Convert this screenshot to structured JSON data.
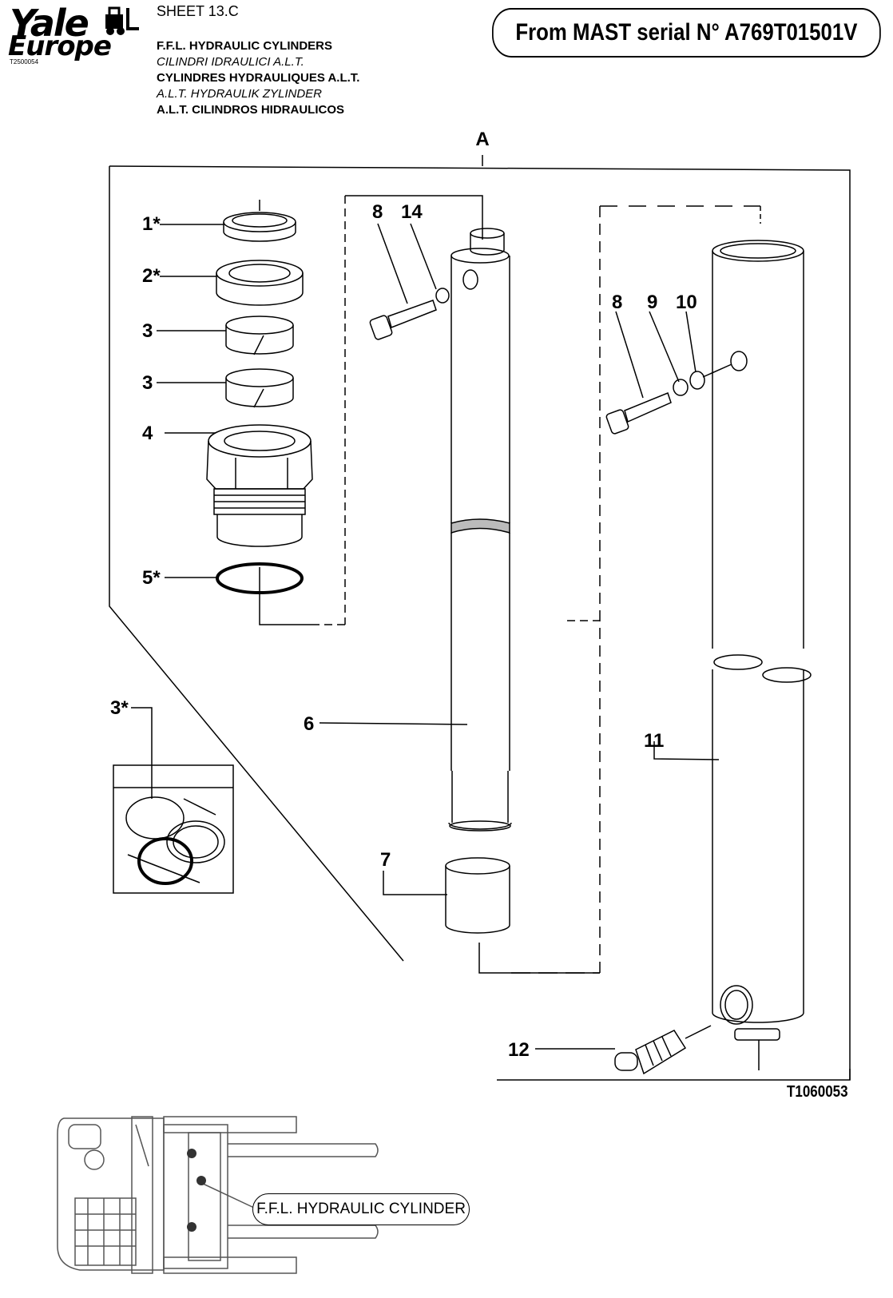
{
  "header": {
    "brand_line1": "Yale",
    "brand_line2": "Europe",
    "brand_code": "T2500054",
    "sheet": "SHEET  13.C",
    "titles": [
      "F.F.L. HYDRAULIC CYLINDERS",
      "CILINDRI IDRAULICI A.L.T.",
      "CYLINDRES HYDRAULIQUES A.L.T.",
      "A.L.T. HYDRAULIK ZYLINDER",
      "A.L.T. CILINDROS HIDRAULICOS"
    ],
    "serial_note": "From MAST serial N° A769T01501V"
  },
  "diagram": {
    "section_label": "A",
    "drawing_number": "T1060053",
    "part_labels": {
      "p1": "1*",
      "p2": "2*",
      "p3a": "3",
      "p3b": "3",
      "p4": "4",
      "p5": "5*",
      "p3star": "3*",
      "p6": "6",
      "p7": "7",
      "p8a": "8",
      "p14": "14",
      "p8b": "8",
      "p9": "9",
      "p10": "10",
      "p11": "11",
      "p12": "12"
    },
    "location_callout": "F.F.L. HYDRAULIC CYLINDER"
  }
}
